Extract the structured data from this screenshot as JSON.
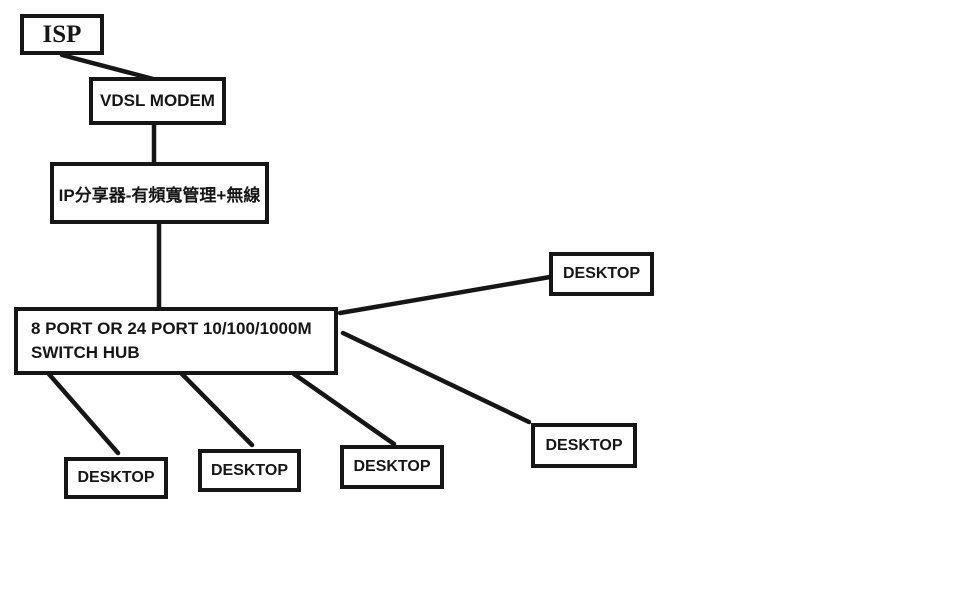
{
  "diagram": {
    "colors": {
      "background": "#ffffff",
      "stroke": "#161616",
      "text": "#161616"
    },
    "nodes": {
      "isp": {
        "label": "ISP"
      },
      "vdsl_modem": {
        "label": "VDSL MODEM"
      },
      "ip_router": {
        "label": "IP分享器-有頻寬管理+無線"
      },
      "switch_hub": {
        "label_lines": [
          "8 PORT OR 24 PORT 10/100/1000M",
          "SWITCH HUB"
        ]
      },
      "desktops": [
        {
          "id": "desktop-top-right",
          "label": "DESKTOP"
        },
        {
          "id": "desktop-mid-right",
          "label": "DESKTOP"
        },
        {
          "id": "desktop-bottom-1",
          "label": "DESKTOP"
        },
        {
          "id": "desktop-bottom-2",
          "label": "DESKTOP"
        },
        {
          "id": "desktop-bottom-3",
          "label": "DESKTOP"
        }
      ]
    },
    "edges": [
      {
        "from": "isp",
        "to": "vdsl_modem"
      },
      {
        "from": "vdsl_modem",
        "to": "ip_router"
      },
      {
        "from": "ip_router",
        "to": "switch_hub"
      },
      {
        "from": "switch_hub",
        "to": "desktop-top-right"
      },
      {
        "from": "switch_hub",
        "to": "desktop-mid-right"
      },
      {
        "from": "switch_hub",
        "to": "desktop-bottom-1"
      },
      {
        "from": "switch_hub",
        "to": "desktop-bottom-2"
      },
      {
        "from": "switch_hub",
        "to": "desktop-bottom-3"
      }
    ]
  }
}
